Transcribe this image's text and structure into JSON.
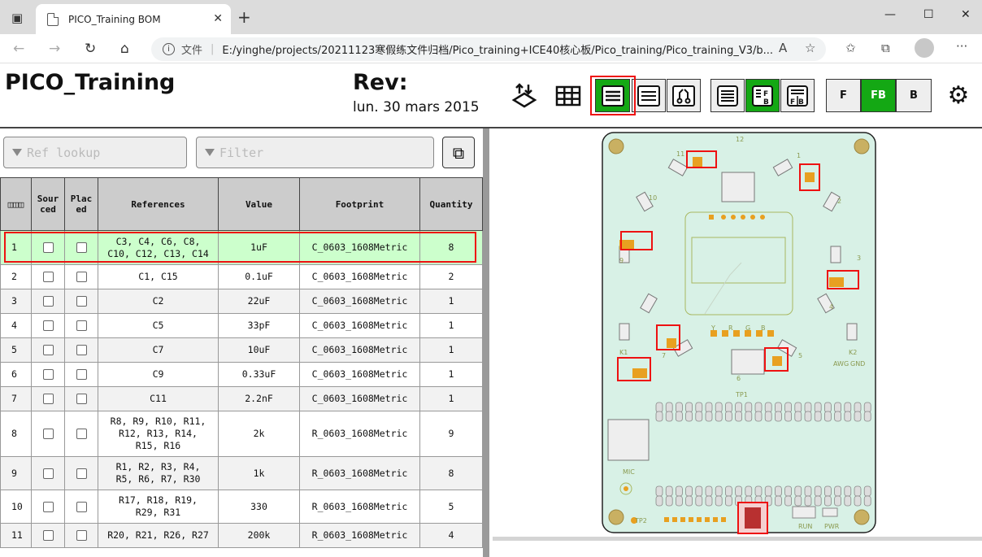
{
  "browser": {
    "tab_title": "PICO_Training BOM",
    "url_prefix": "文件",
    "url": "E:/yinghe/projects/20211123寒假练文件归档/Pico_training+ICE40核心板/Pico_training/Pico_training_V3/b...",
    "new_tab": "+",
    "min": "—",
    "max": "☐",
    "close": "✕"
  },
  "header": {
    "title": "PICO_Training",
    "rev_label": "Rev:",
    "date": "lun. 30 mars 2015",
    "layer_buttons": [
      "F",
      "FB",
      "B"
    ],
    "active_layer": "FB"
  },
  "filters": {
    "ref_lookup_placeholder": "Ref lookup",
    "filter_placeholder": "Filter"
  },
  "table": {
    "columns": [
      "",
      "Sourced",
      "Placed",
      "References",
      "Value",
      "Footprint",
      "Quantity"
    ],
    "col_sourced": "Sour\nced",
    "col_placed": "Plac\ned",
    "rows": [
      {
        "n": "1",
        "refs": "C3, C4, C6, C8,\nC10, C12, C13, C14",
        "value": "1uF",
        "footprint": "C_0603_1608Metric",
        "qty": "8"
      },
      {
        "n": "2",
        "refs": "C1, C15",
        "value": "0.1uF",
        "footprint": "C_0603_1608Metric",
        "qty": "2"
      },
      {
        "n": "3",
        "refs": "C2",
        "value": "22uF",
        "footprint": "C_0603_1608Metric",
        "qty": "1"
      },
      {
        "n": "4",
        "refs": "C5",
        "value": "33pF",
        "footprint": "C_0603_1608Metric",
        "qty": "1"
      },
      {
        "n": "5",
        "refs": "C7",
        "value": "10uF",
        "footprint": "C_0603_1608Metric",
        "qty": "1"
      },
      {
        "n": "6",
        "refs": "C9",
        "value": "0.33uF",
        "footprint": "C_0603_1608Metric",
        "qty": "1"
      },
      {
        "n": "7",
        "refs": "C11",
        "value": "2.2nF",
        "footprint": "C_0603_1608Metric",
        "qty": "1"
      },
      {
        "n": "8",
        "refs": "R8, R9, R10, R11,\nR12, R13, R14,\nR15, R16",
        "value": "2k",
        "footprint": "R_0603_1608Metric",
        "qty": "9"
      },
      {
        "n": "9",
        "refs": "R1, R2, R3, R4,\nR5, R6, R7, R30",
        "value": "1k",
        "footprint": "R_0603_1608Metric",
        "qty": "8"
      },
      {
        "n": "10",
        "refs": "R17, R18, R19,\nR29, R31",
        "value": "330",
        "footprint": "R_0603_1608Metric",
        "qty": "5"
      },
      {
        "n": "11",
        "refs": "R20, R21, R26, R27",
        "value": "200k",
        "footprint": "R_0603_1608Metric",
        "qty": "4"
      }
    ]
  },
  "board": {
    "labels": {
      "l12": "12",
      "l1": "1",
      "l2": "2",
      "l3": "3",
      "l6": "6",
      "l9": "9",
      "l10": "10",
      "l11": "11",
      "l7": "7",
      "l5": "5",
      "l4": "4",
      "k1": "K1",
      "k2": "K2",
      "y": "Y",
      "r": "R",
      "g": "G",
      "b": "B",
      "tp1": "TP1",
      "tp2": "TP2",
      "awg": "AWG",
      "gnd": "GND",
      "mic": "MIC",
      "run": "RUN",
      "pwr": "PWR"
    }
  }
}
